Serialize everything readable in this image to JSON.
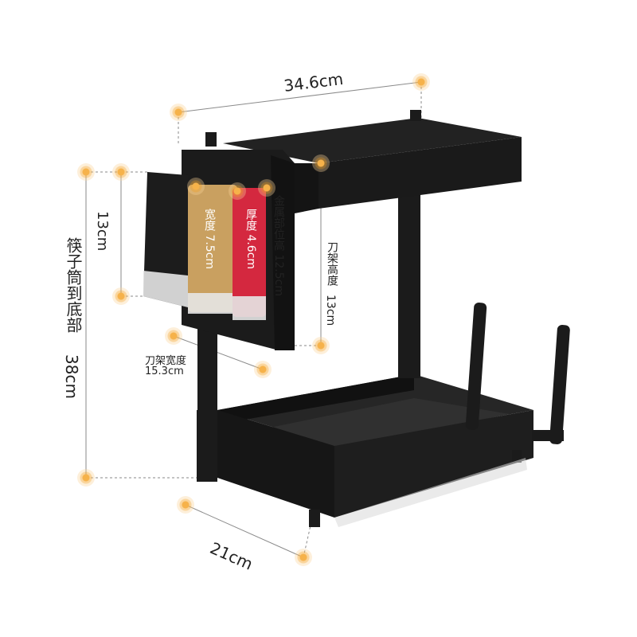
{
  "product": {
    "description": "black two-tier metal kitchen rack with knife holder and chopstick cups",
    "colors": {
      "rack": "#1b1b1b",
      "board_tan": "#c9a060",
      "board_red": "#d4283f",
      "cup_base": "#e6e6e6",
      "marker": "#f6b24a",
      "guide": "#8a8a8a"
    }
  },
  "dimensions": {
    "width_top": "34.6cm",
    "cup_height": "13cm",
    "cup_to_bottom": "筷子筒到底部",
    "cup_to_bottom_value": "38cm",
    "board_width": "宽度 7.5cm",
    "board_thickness": "厚度 4.6cm",
    "metal_height": "金属部位高 12.5cm",
    "knife_height": "刀架高度",
    "knife_height_value": "13cm",
    "knife_width_line1": "刀架宽度",
    "knife_width_line2": "15.3cm",
    "depth": "21cm"
  }
}
